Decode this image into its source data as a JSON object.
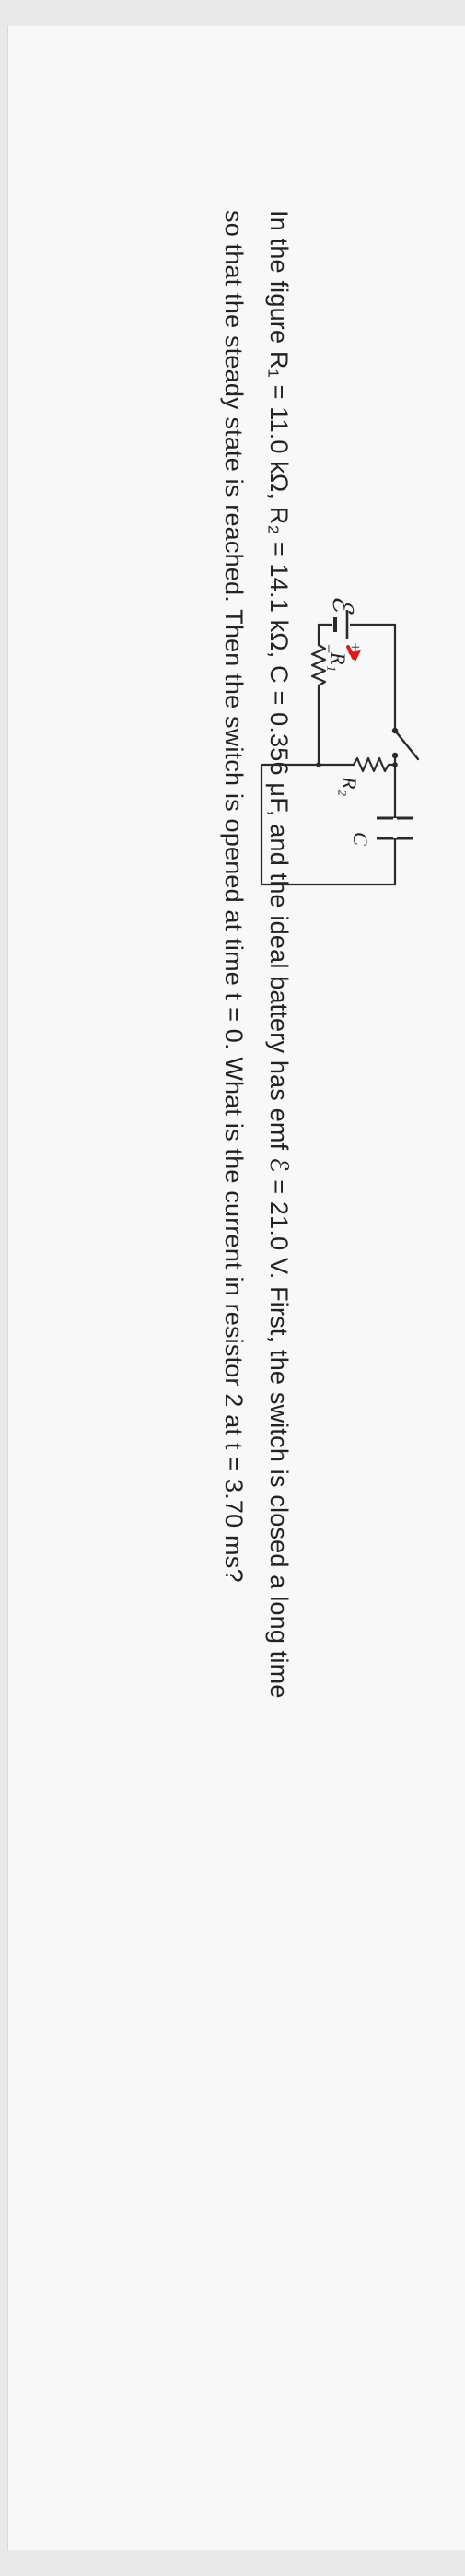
{
  "question": {
    "line1": "In the figure R₁ = 11.0 kΩ, R₂ = 14.1 kΩ, C = 0.356 μF, and the ideal battery has emf ℰ =  21.0 V. First, the switch is closed a long time",
    "line2": "so that the steady state is reached. Then the switch is opened at time t = 0. What is the current in resistor 2 at t = 3.70 ms?"
  },
  "circuit": {
    "emf_label": "ℰ",
    "plus_label": "+",
    "minus_label": "−",
    "r1_label": "R₁",
    "r2_label": "R₂",
    "c_label": "C",
    "colors": {
      "wire": "#2a2a2a",
      "pointer": "#d81e1e"
    },
    "icons": {
      "battery": "battery-icon",
      "switch": "switch-icon",
      "resistor": "resistor-icon",
      "capacitor": "capacitor-icon"
    }
  }
}
